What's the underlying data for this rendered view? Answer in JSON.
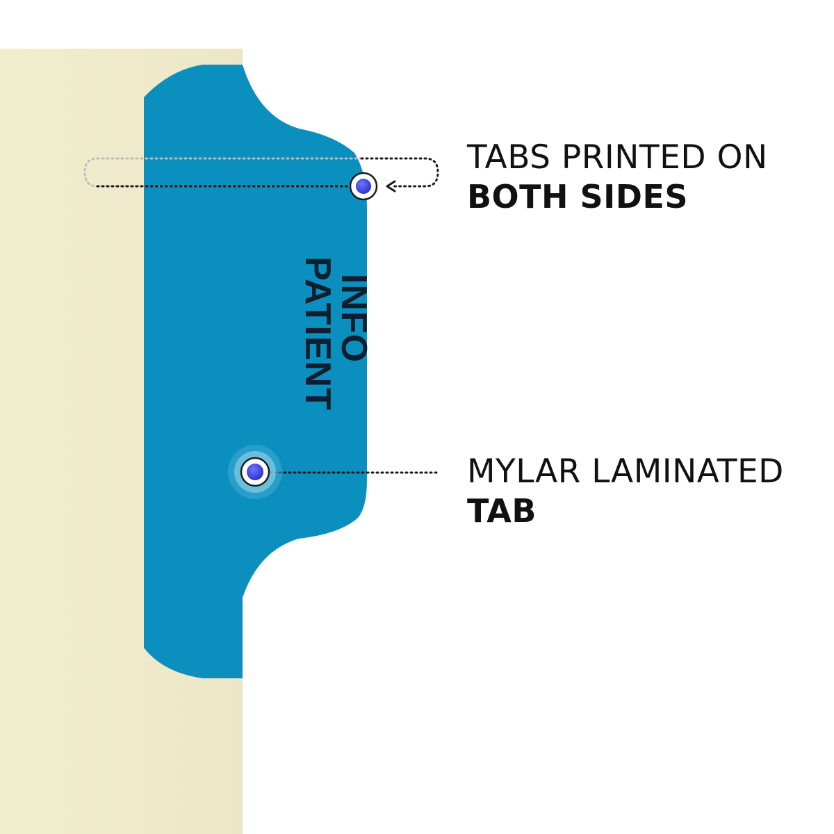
{
  "colors": {
    "page_bg": "#ffffff",
    "divider_paper": "#efeccd",
    "tab_blue": "#0a8fbf",
    "tab_text": "#0c1f2e",
    "marker_fill": "#3a3fe0",
    "callout_text": "#111111"
  },
  "tab": {
    "label_line1": "PATIENT",
    "label_line2": "INFO"
  },
  "callouts": {
    "both_sides": {
      "line1": "TABS PRINTED ON",
      "line2": "BOTH SIDES"
    },
    "mylar": {
      "line1": "MYLAR LAMINATED",
      "line2": "TAB"
    }
  }
}
